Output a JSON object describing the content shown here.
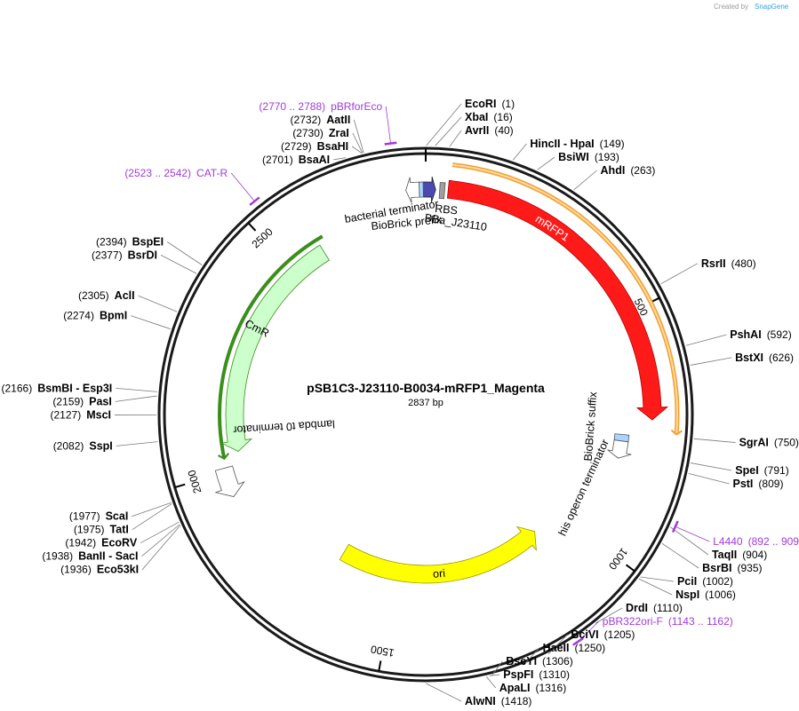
{
  "plasmid": {
    "name": "pSB1C3-J23110-B0034-mRFP1_Magenta",
    "length_label": "2837 bp",
    "length": 2837
  },
  "credit": {
    "text": "Created by",
    "brand": "SnapGene"
  },
  "ticks": [
    {
      "label": "500",
      "pos": 500
    },
    {
      "label": "1000",
      "pos": 1000
    },
    {
      "label": "1500",
      "pos": 1500
    },
    {
      "label": "2000",
      "pos": 2000
    },
    {
      "label": "2500",
      "pos": 2500
    }
  ],
  "sites": [
    {
      "name": "EcoRI",
      "pos_label": "(1)",
      "pos": 1
    },
    {
      "name": "XbaI",
      "pos_label": "(16)",
      "pos": 16
    },
    {
      "name": "AvrII",
      "pos_label": "(40)",
      "pos": 40
    },
    {
      "name": "HincII  - HpaI",
      "pos_label": "(149)",
      "pos": 149
    },
    {
      "name": "BsiWI",
      "pos_label": "(193)",
      "pos": 193
    },
    {
      "name": "AhdI",
      "pos_label": "(263)",
      "pos": 263
    },
    {
      "name": "RsrII",
      "pos_label": "(480)",
      "pos": 480
    },
    {
      "name": "PshAI",
      "pos_label": "(592)",
      "pos": 592
    },
    {
      "name": "BstXI",
      "pos_label": "(626)",
      "pos": 626
    },
    {
      "name": "SgrAI",
      "pos_label": "(750)",
      "pos": 750
    },
    {
      "name": "SpeI",
      "pos_label": "(791)",
      "pos": 791
    },
    {
      "name": "PstI",
      "pos_label": "(809)",
      "pos": 809
    },
    {
      "name": "TaqII",
      "pos_label": "(904)",
      "pos": 904
    },
    {
      "name": "BsrBI",
      "pos_label": "(935)",
      "pos": 935
    },
    {
      "name": "PciI",
      "pos_label": "(1002)",
      "pos": 1002
    },
    {
      "name": "NspI",
      "pos_label": "(1006)",
      "pos": 1006
    },
    {
      "name": "DrdI",
      "pos_label": "(1110)",
      "pos": 1110
    },
    {
      "name": "BciVI",
      "pos_label": "(1205)",
      "pos": 1205
    },
    {
      "name": "HaeII",
      "pos_label": "(1250)",
      "pos": 1250
    },
    {
      "name": "BseYI",
      "pos_label": "(1306)",
      "pos": 1306
    },
    {
      "name": "PspFI",
      "pos_label": "(1310)",
      "pos": 1310
    },
    {
      "name": "ApaLI",
      "pos_label": "(1316)",
      "pos": 1316
    },
    {
      "name": "AlwNI",
      "pos_label": "(1418)",
      "pos": 1418
    },
    {
      "name": "Eco53kI",
      "pos_label": "(1936)",
      "pos": 1936
    },
    {
      "name": "BanII  - SacI",
      "pos_label": "(1938)",
      "pos": 1938
    },
    {
      "name": "EcoRV",
      "pos_label": "(1942)",
      "pos": 1942
    },
    {
      "name": "TatI",
      "pos_label": "(1975)",
      "pos": 1975
    },
    {
      "name": "ScaI",
      "pos_label": "(1977)",
      "pos": 1977
    },
    {
      "name": "SspI",
      "pos_label": "(2082)",
      "pos": 2082
    },
    {
      "name": "MscI",
      "pos_label": "(2127)",
      "pos": 2127
    },
    {
      "name": "PasI",
      "pos_label": "(2159)",
      "pos": 2159
    },
    {
      "name": "BsmBI  - Esp3I",
      "pos_label": "(2166)",
      "pos": 2166
    },
    {
      "name": "BpmI",
      "pos_label": "(2274)",
      "pos": 2274
    },
    {
      "name": "AclI",
      "pos_label": "(2305)",
      "pos": 2305
    },
    {
      "name": "BsrDI",
      "pos_label": "(2377)",
      "pos": 2377
    },
    {
      "name": "BspEI",
      "pos_label": "(2394)",
      "pos": 2394
    },
    {
      "name": "BsaAI",
      "pos_label": "(2701)",
      "pos": 2701
    },
    {
      "name": "BsaHI",
      "pos_label": "(2729)",
      "pos": 2729
    },
    {
      "name": "ZraI",
      "pos_label": "(2730)",
      "pos": 2730
    },
    {
      "name": "AatII",
      "pos_label": "(2732)",
      "pos": 2732
    }
  ],
  "primers": [
    {
      "name": "pBRforEco",
      "range": "(2770 .. 2788)",
      "pos": 2779
    },
    {
      "name": "CAT-R",
      "range": "(2523 .. 2542)",
      "pos": 2532
    },
    {
      "name": "L4440",
      "range": "(892 .. 909)",
      "pos": 900
    },
    {
      "name": "pBR322ori-F",
      "range": "(1143 .. 1162)",
      "pos": 1152
    }
  ],
  "features": [
    {
      "name": "mRFP1",
      "start": 45,
      "end": 720,
      "color": "#ff1a1a"
    },
    {
      "name": "BBa_J23110",
      "start": 20,
      "end": 35,
      "color": "#a0a0a0"
    },
    {
      "name": "RBS",
      "start": 20,
      "end": 35,
      "color": "#a0a0a0"
    },
    {
      "name": "BioBrick prefix",
      "start": -30,
      "end": 0,
      "color": "#a9d4ff"
    },
    {
      "name": "bacterial terminator",
      "start": -55,
      "end": -30,
      "color": "#ffffff"
    },
    {
      "name": "BioBrick suffix",
      "start": 755,
      "end": 780,
      "color": "#a9d4ff"
    },
    {
      "name": "his operon terminator",
      "start": 780,
      "end": 810,
      "color": "#ffffff"
    },
    {
      "name": "ori",
      "start": 1080,
      "end": 1660,
      "color": "#ffff00"
    },
    {
      "name": "lambda t0 terminator",
      "start": 1940,
      "end": 2030,
      "color": "#ffffff"
    },
    {
      "name": "CmR",
      "start": 2040,
      "end": 2585,
      "color": "#ccffcc"
    }
  ],
  "colors": {
    "primer": "#a23ad9",
    "orange_arc": "#f0a030",
    "green_arc": "#3a8f1a",
    "j23110": "#4a4ab0"
  }
}
